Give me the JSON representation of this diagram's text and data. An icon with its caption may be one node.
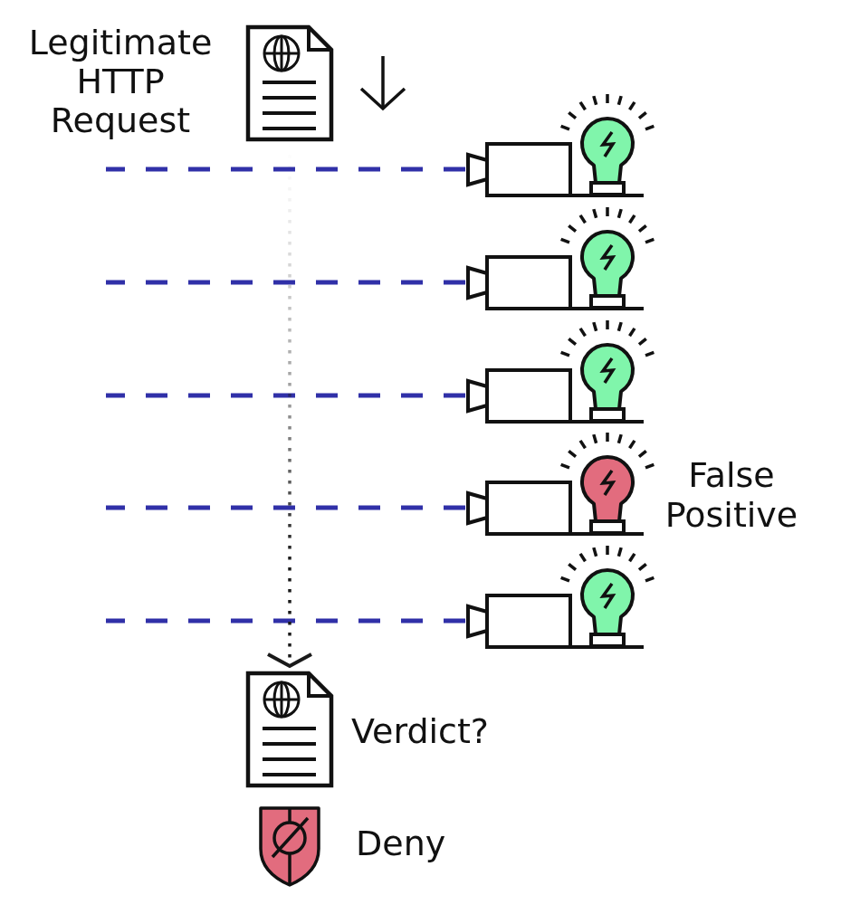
{
  "diagram": {
    "nodes": [
      {
        "text": [],
        "shape": "picture",
        "beside": [
          "Legitimate HTTP Request"
        ]
      },
      {
        "text": [],
        "shape": "picture"
      },
      {
        "text": [],
        "shape": "picture"
      },
      {
        "text": [],
        "shape": "picture"
      },
      {
        "text": [],
        "shape": "picture",
        "beside": [
          "False Positive"
        ]
      },
      {
        "text": [],
        "shape": "picture"
      },
      {
        "text": [],
        "shape": "picture",
        "beside": [
          "Verdict?"
        ]
      }
    ],
    "edges": [
      {
        "from": 0,
        "to": 6,
        "arrow": "to",
        "style": "dashed",
        "color": "#1a1a1a"
      },
      {
        "from": 1,
        "to": null,
        "arrow": "none",
        "style": "dashed"
      },
      {
        "from": 2,
        "to": null,
        "arrow": "none",
        "style": "dashed"
      },
      {
        "from": 3,
        "to": null,
        "arrow": "none",
        "style": "dashed"
      },
      {
        "from": 4,
        "to": null,
        "arrow": "none",
        "style": "dashed"
      },
      {
        "from": 5,
        "to": null,
        "arrow": "none",
        "style": "dashed"
      }
    ],
    "labels": [
      "Deny"
    ]
  }
}
